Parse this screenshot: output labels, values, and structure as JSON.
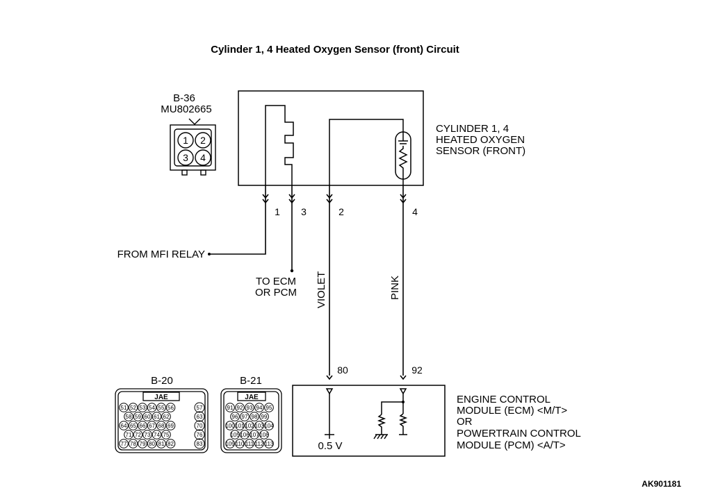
{
  "title": "Cylinder 1, 4 Heated Oxygen Sensor (front) Circuit",
  "figure_code": "AK901181",
  "sensor_connector": {
    "id": "B-36",
    "part_number": "MU802665",
    "pins": [
      "1",
      "2",
      "3",
      "4"
    ]
  },
  "sensor": {
    "label_lines": [
      "CYLINDER 1, 4",
      "HEATED OXYGEN",
      "SENSOR (FRONT)"
    ]
  },
  "wires": {
    "pin_labels": [
      "1",
      "3",
      "2",
      "4"
    ],
    "from_mfi_relay": "FROM MFI RELAY",
    "to_ecm_lines": [
      "TO ECM",
      "OR PCM"
    ],
    "violet": "VIOLET",
    "pink": "PINK"
  },
  "ecm": {
    "terminal_80": "80",
    "terminal_92": "92",
    "voltage": "0.5 V",
    "label_lines": [
      "ENGINE CONTROL",
      "MODULE (ECM) <M/T>",
      "OR",
      "POWERTRAIN CONTROL",
      "MODULE (PCM) <A/T>"
    ]
  },
  "connector_b20": {
    "id": "B-20",
    "maker": "JAE",
    "rows": [
      [
        "51",
        "52",
        "53",
        "54",
        "55",
        "56"
      ],
      [
        "58",
        "59",
        "60",
        "61",
        "62"
      ],
      [
        "64",
        "65",
        "66",
        "67",
        "68",
        "69"
      ],
      [
        "71",
        "72",
        "73",
        "74",
        "75"
      ],
      [
        "77",
        "78",
        "79",
        "80",
        "81",
        "82"
      ]
    ],
    "side": [
      "57",
      "63",
      "70",
      "76",
      "83"
    ]
  },
  "connector_b21": {
    "id": "B-21",
    "maker": "JAE",
    "rows": [
      [
        "91",
        "92",
        "93",
        "94",
        "95"
      ],
      [
        "96",
        "97",
        "98",
        "99"
      ],
      [
        "100",
        "101",
        "102",
        "103",
        "104"
      ],
      [
        "105",
        "106",
        "107",
        "108"
      ],
      [
        "109",
        "110",
        "111",
        "112",
        "113"
      ]
    ]
  }
}
